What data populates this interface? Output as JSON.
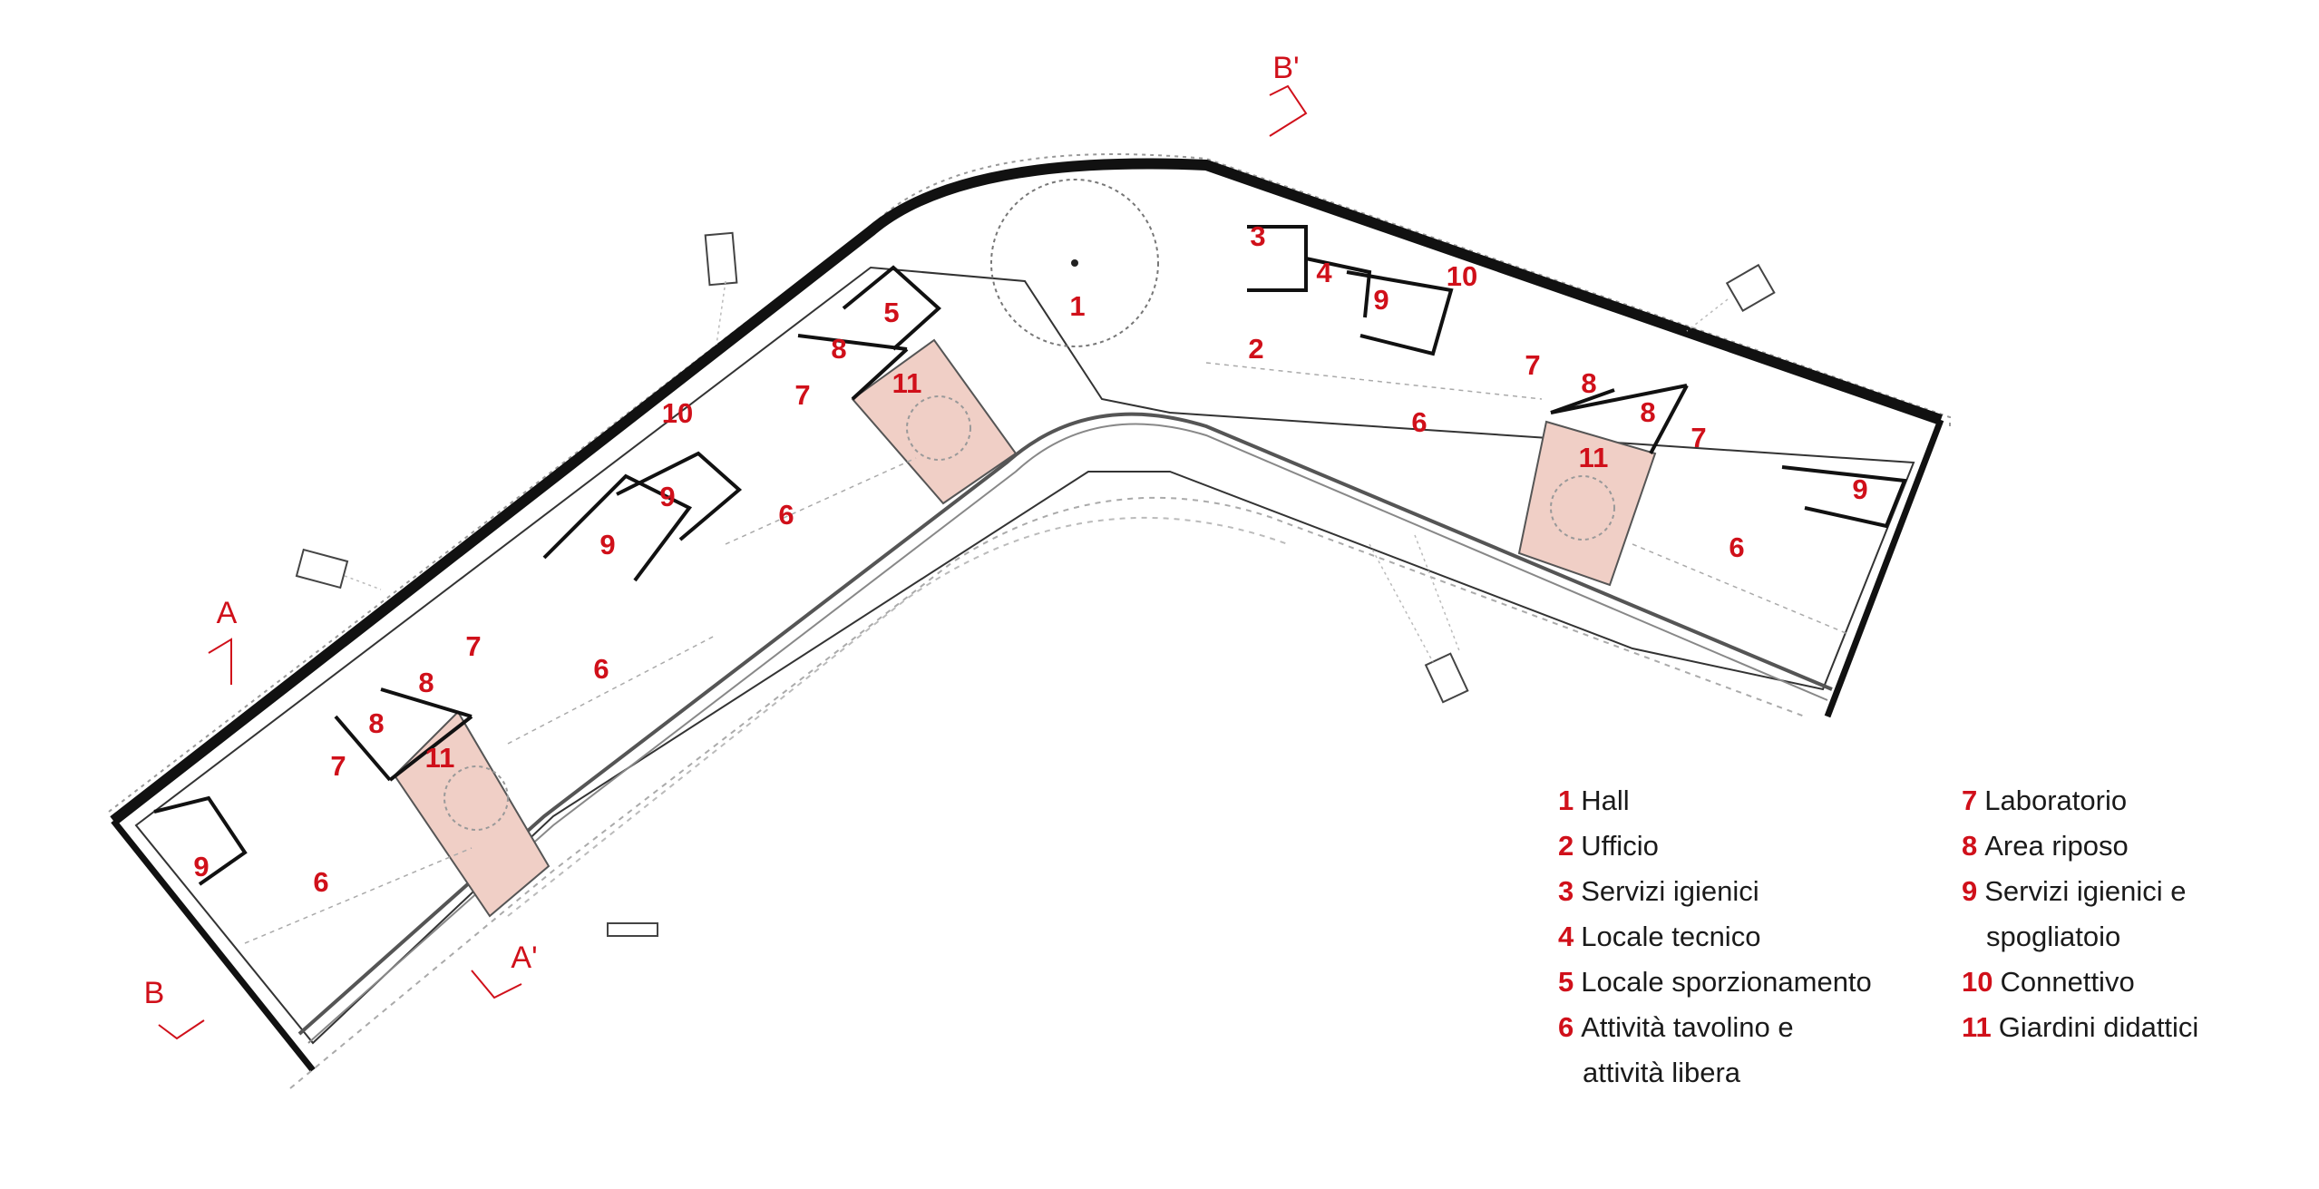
{
  "rooms": {
    "r1": "1",
    "r2": "2",
    "r3": "3",
    "r4": "4",
    "r5": "5",
    "r6": "6",
    "r7": "7",
    "r8": "8",
    "r9": "9",
    "r10": "10",
    "r11": "11"
  },
  "sections": {
    "a": "A",
    "a_prime": "A'",
    "b": "B",
    "b_prime": "B'"
  },
  "legend": {
    "col1": [
      {
        "num": "1",
        "label": "Hall"
      },
      {
        "num": "2",
        "label": "Ufficio"
      },
      {
        "num": "3",
        "label": "Servizi igienici"
      },
      {
        "num": "4",
        "label": "Locale tecnico"
      },
      {
        "num": "5",
        "label": "Locale sporzionamento"
      },
      {
        "num": "6",
        "label": "Attività tavolino e",
        "label2": "attività libera"
      }
    ],
    "col2": [
      {
        "num": "7",
        "label": "Laboratorio"
      },
      {
        "num": "8",
        "label": "Area riposo"
      },
      {
        "num": "9",
        "label": "Servizi igienici e",
        "label2": "spogliatoio"
      },
      {
        "num": "10",
        "label": "Connettivo"
      },
      {
        "num": "11",
        "label": "Giardini didattici"
      }
    ]
  },
  "colors": {
    "accent": "#d0101a",
    "garden_fill": "#f0cfc6",
    "wall": "#111111"
  }
}
